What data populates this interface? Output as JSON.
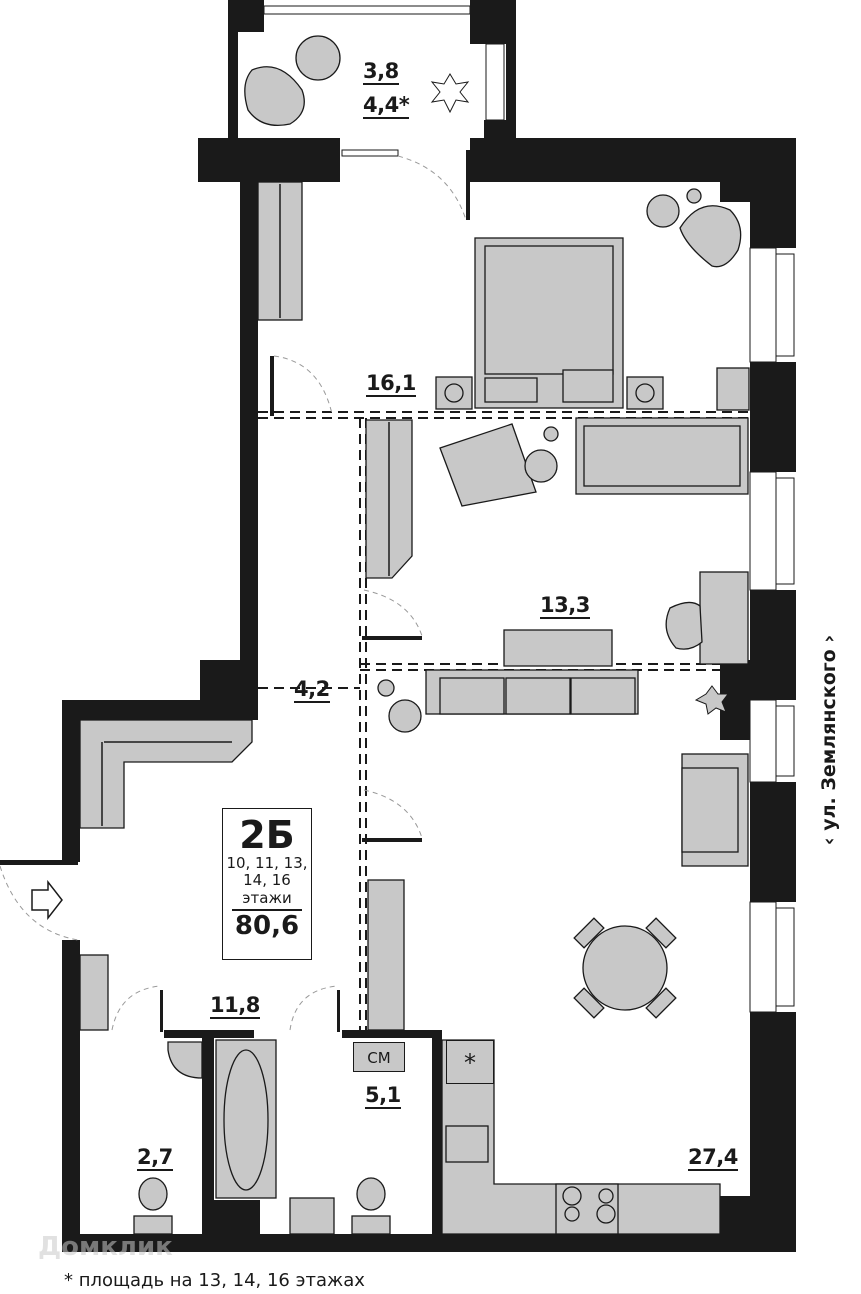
{
  "apartment": {
    "type": "2Б",
    "floors_line1": "10, 11, 13,",
    "floors_line2": "14, 16",
    "floors_word": "этажи",
    "total_area": "80,6"
  },
  "rooms": [
    {
      "id": "balcony",
      "area": "3,8",
      "alt_area": "4,4*"
    },
    {
      "id": "bedroom",
      "area": "16,1"
    },
    {
      "id": "room-2",
      "area": "13,3"
    },
    {
      "id": "corridor",
      "area": "4,2"
    },
    {
      "id": "hall",
      "area": "11,8"
    },
    {
      "id": "toilet",
      "area": "2,7"
    },
    {
      "id": "bathroom",
      "area": "5,1"
    },
    {
      "id": "kitchen-living",
      "area": "27,4"
    }
  ],
  "appliances": {
    "washing_machine_label": "СМ",
    "fridge_label": "*"
  },
  "street": {
    "label": "ул. Землянского",
    "left_arrow": "‹",
    "right_arrow": "›"
  },
  "footnote": "* площадь на 13, 14, 16 этажах",
  "watermark": "Домклик",
  "colors": {
    "wall": "#1a1a1a",
    "furniture": "#c8c8c8",
    "background": "#ffffff"
  }
}
